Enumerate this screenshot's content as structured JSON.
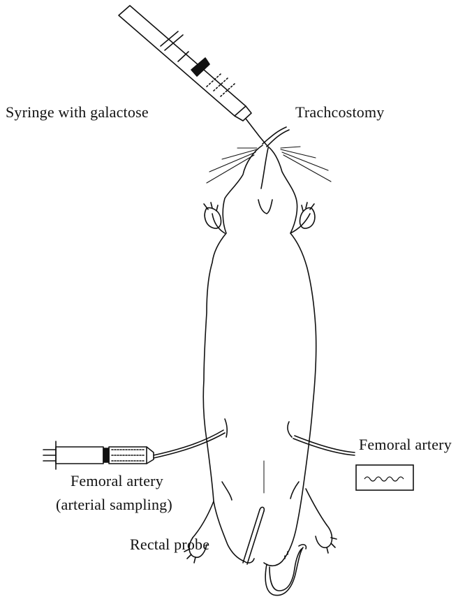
{
  "labels": {
    "syringe_galactose": "Syringe with galactose",
    "tracheostomy": "Trachcostomy",
    "femoral_artery_right": "Femoral artery",
    "femoral_artery_left": "Femoral artery",
    "arterial_sampling": "(arterial sampling)",
    "rectal_probe": "Rectal probe"
  },
  "icons": {
    "upper_syringe": "syringe-icon",
    "lower_syringe": "syringe-icon",
    "monitor": "pressure-monitor-icon"
  },
  "colors": {
    "ink": "#111111",
    "background": "#ffffff"
  }
}
